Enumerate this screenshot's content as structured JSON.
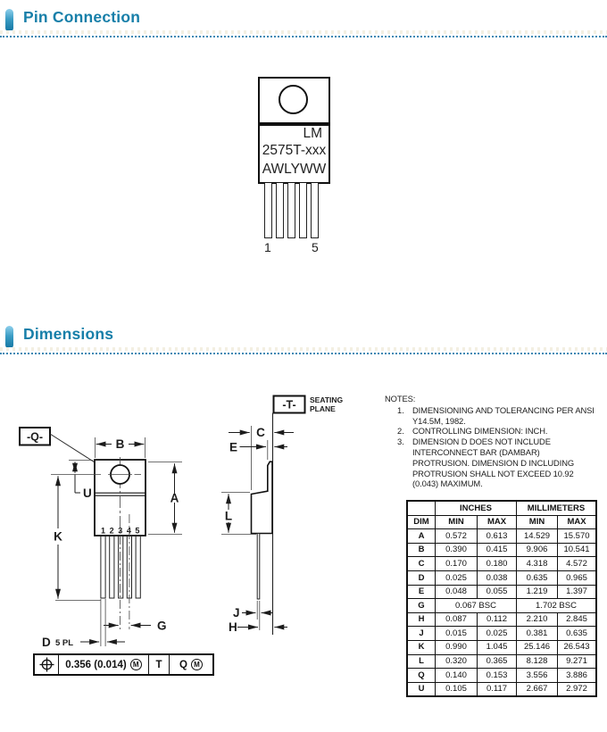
{
  "sections": {
    "pin_connection": {
      "title": "Pin Connection"
    },
    "dimensions": {
      "title": "Dimensions"
    }
  },
  "accent": {
    "header_color": "#177fa9",
    "dotted_color": "#3d89b4"
  },
  "package_front": {
    "line1": "LM",
    "line2": "2575T-xxx",
    "line3": "AWLYWW",
    "pin_left_label": "1",
    "pin_right_label": "5"
  },
  "dim_drawing": {
    "datum_q": "-Q-",
    "datum_t": "-T-",
    "seating_line1": "SEATING",
    "seating_line2": "PLANE",
    "labels": {
      "A": "A",
      "B": "B",
      "C": "C",
      "D": "D",
      "E": "E",
      "G": "G",
      "H": "H",
      "J": "J",
      "K": "K",
      "L": "L",
      "U": "U"
    },
    "d_qualifier": "5 PL",
    "pin_numbers": "12345",
    "fcf": {
      "tolerance": "0.356 (0.014)",
      "modifier1": "M",
      "datum1": "T",
      "datum2": "Q",
      "modifier2": "M"
    }
  },
  "notes": {
    "heading": "NOTES:",
    "items": [
      {
        "num": "1.",
        "text": "DIMENSIONING AND TOLERANCING PER ANSI Y14.5M, 1982."
      },
      {
        "num": "2.",
        "text": "CONTROLLING DIMENSION: INCH."
      },
      {
        "num": "3.",
        "text": "DIMENSION D DOES NOT INCLUDE INTERCONNECT BAR (DAMBAR) PROTRUSION. DIMENSION D INCLUDING PROTRUSION SHALL NOT EXCEED 10.92 (0.043) MAXIMUM."
      }
    ]
  },
  "table": {
    "col_dim": "DIM",
    "group_inches": "INCHES",
    "group_mm": "MILLIMETERS",
    "col_min": "MIN",
    "col_max": "MAX",
    "rows": [
      {
        "dim": "A",
        "in_min": "0.572",
        "in_max": "0.613",
        "mm_min": "14.529",
        "mm_max": "15.570"
      },
      {
        "dim": "B",
        "in_min": "0.390",
        "in_max": "0.415",
        "mm_min": "9.906",
        "mm_max": "10.541"
      },
      {
        "dim": "C",
        "in_min": "0.170",
        "in_max": "0.180",
        "mm_min": "4.318",
        "mm_max": "4.572"
      },
      {
        "dim": "D",
        "in_min": "0.025",
        "in_max": "0.038",
        "mm_min": "0.635",
        "mm_max": "0.965"
      },
      {
        "dim": "E",
        "in_min": "0.048",
        "in_max": "0.055",
        "mm_min": "1.219",
        "mm_max": "1.397"
      },
      {
        "dim": "G",
        "in_span": "0.067 BSC",
        "mm_span": "1.702 BSC"
      },
      {
        "dim": "H",
        "in_min": "0.087",
        "in_max": "0.112",
        "mm_min": "2.210",
        "mm_max": "2.845"
      },
      {
        "dim": "J",
        "in_min": "0.015",
        "in_max": "0.025",
        "mm_min": "0.381",
        "mm_max": "0.635"
      },
      {
        "dim": "K",
        "in_min": "0.990",
        "in_max": "1.045",
        "mm_min": "25.146",
        "mm_max": "26.543"
      },
      {
        "dim": "L",
        "in_min": "0.320",
        "in_max": "0.365",
        "mm_min": "8.128",
        "mm_max": "9.271"
      },
      {
        "dim": "Q",
        "in_min": "0.140",
        "in_max": "0.153",
        "mm_min": "3.556",
        "mm_max": "3.886"
      },
      {
        "dim": "U",
        "in_min": "0.105",
        "in_max": "0.117",
        "mm_min": "2.667",
        "mm_max": "2.972"
      }
    ]
  }
}
